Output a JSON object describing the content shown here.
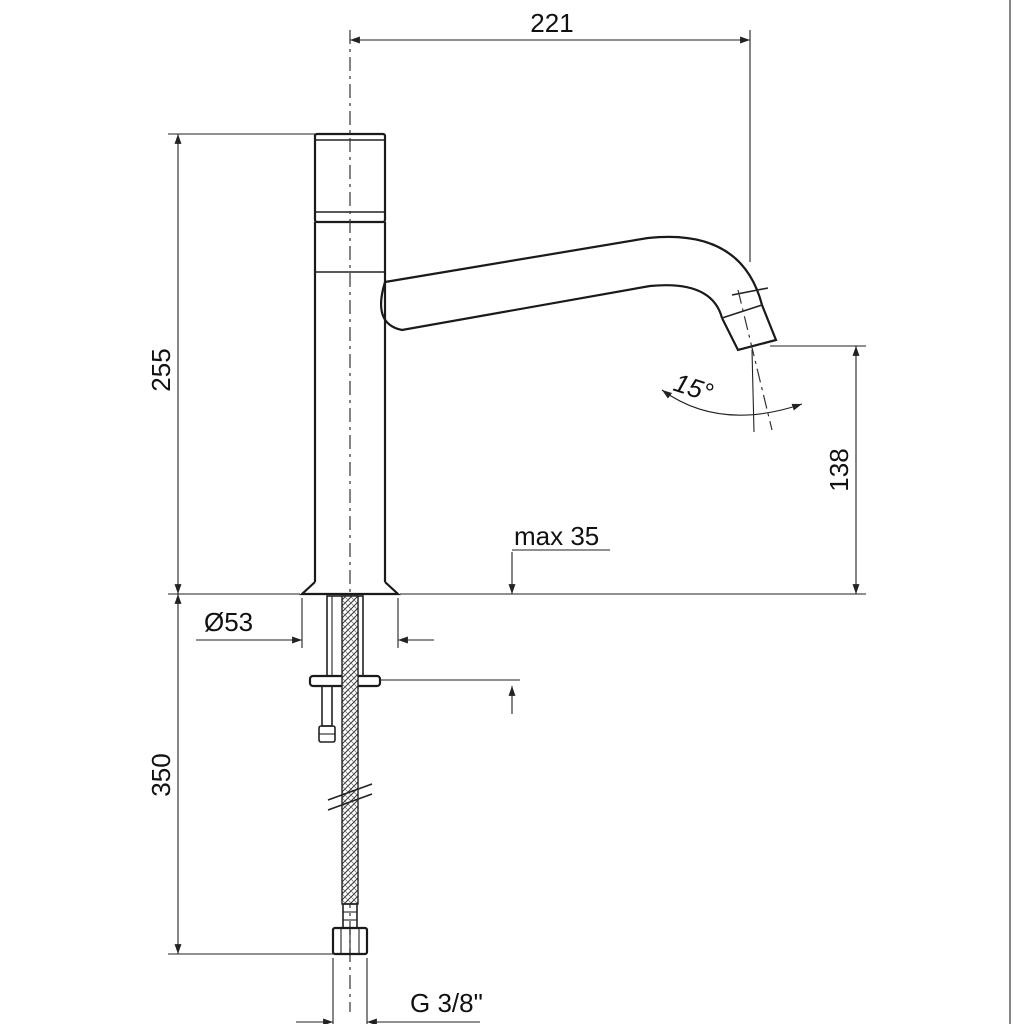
{
  "drawing": {
    "dimensions": {
      "spout_reach": "221",
      "body_height": "255",
      "spout_height": "138",
      "max_deck_thickness": "max 35",
      "base_diameter": "Ø53",
      "hose_length": "350",
      "connection_thread": "G 3/8\""
    },
    "angle_label": "15°"
  },
  "colors": {
    "line": "#222222",
    "background": "#ffffff"
  }
}
